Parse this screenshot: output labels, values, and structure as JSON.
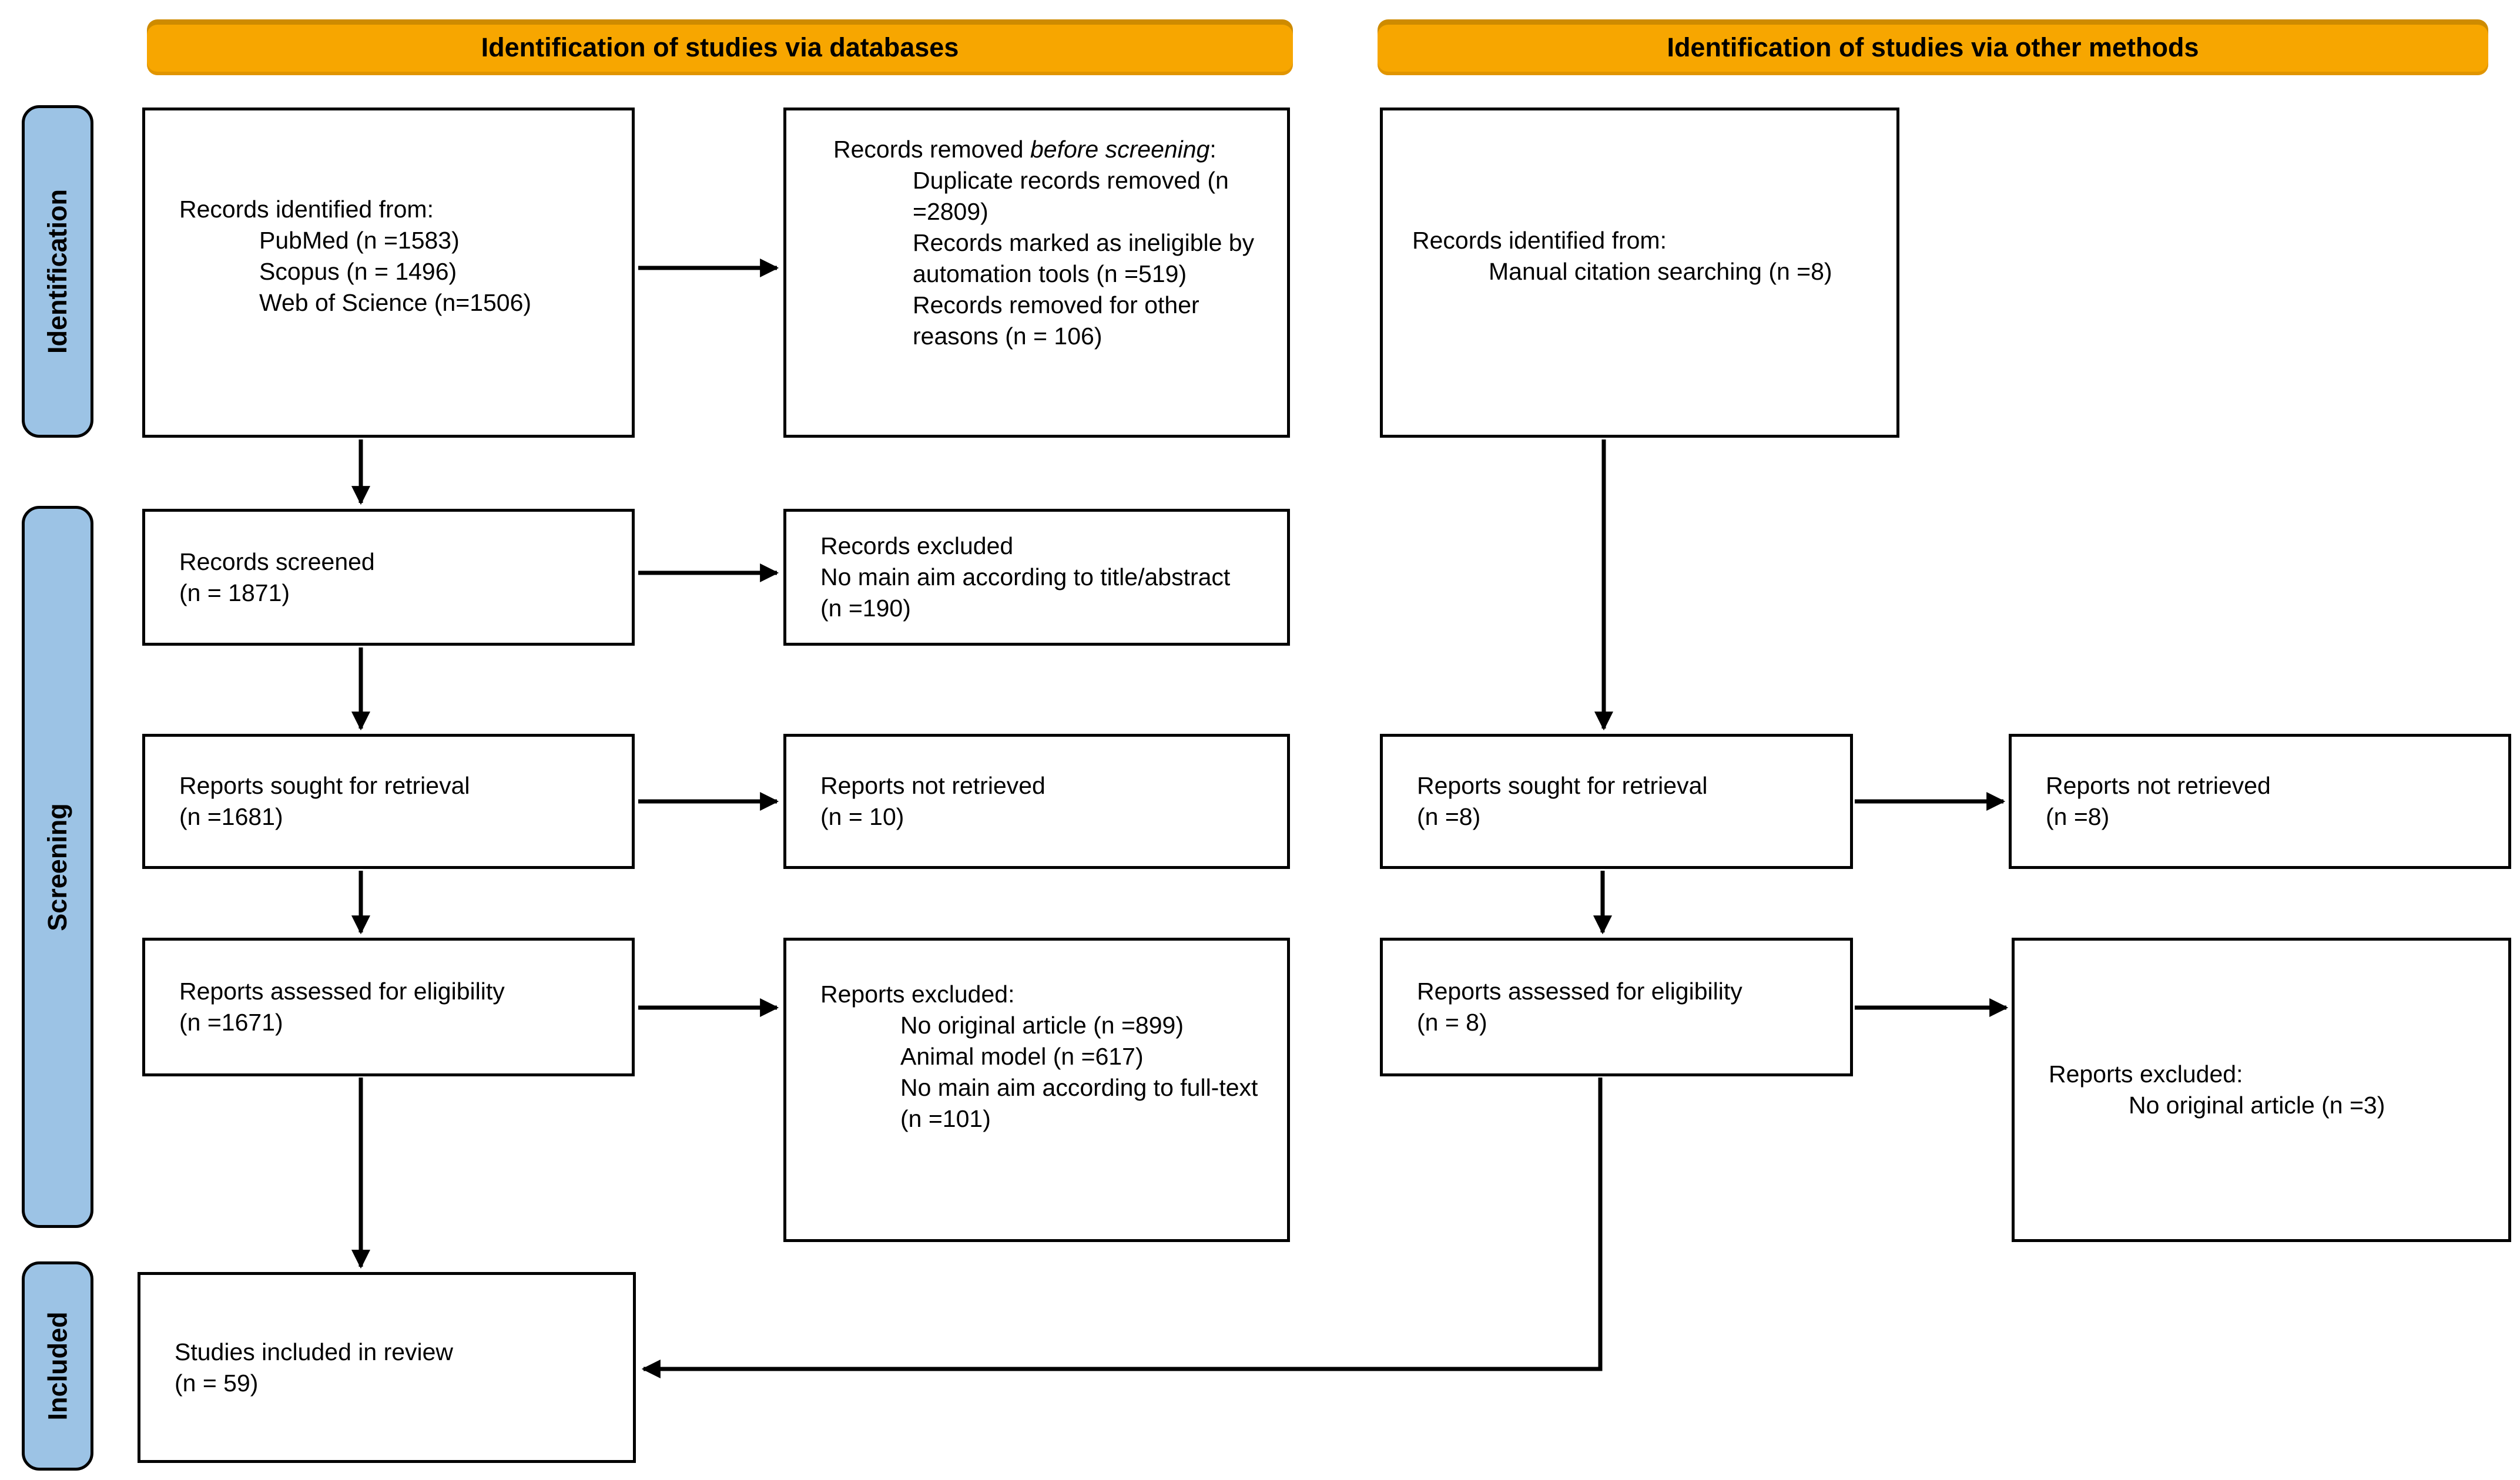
{
  "colors": {
    "header_bg": "#F7A600",
    "sidebar_bg": "#9CC3E5",
    "box_border": "#000000",
    "arrow": "#000000"
  },
  "headers": {
    "databases": "Identification of studies via databases",
    "other_methods": "Identification of studies via other methods"
  },
  "sidebar": {
    "identification": "Identification",
    "screening": "Screening",
    "included": "Included"
  },
  "boxes": {
    "records_identified_db": {
      "title": "Records identified from:",
      "items": [
        "PubMed (n =1583)",
        "Scopus (n = 1496)",
        "Web of Science (n=1506)"
      ]
    },
    "records_removed": {
      "intro": [
        "Records removed ",
        "before screening",
        ":"
      ],
      "items": [
        "Duplicate records removed (n =2809)",
        "Records marked as ineligible by automation tools (n =519)",
        "Records removed for other reasons (n = 106)"
      ]
    },
    "records_identified_other": {
      "title": "Records identified from:",
      "items": [
        "Manual citation searching (n =8)"
      ]
    },
    "records_screened": {
      "line1": "Records screened",
      "line2": "(n = 1871)"
    },
    "records_excluded": {
      "line1": "Records excluded",
      "line2": "No main aim according to title/abstract (n =190)"
    },
    "reports_sought_db": {
      "line1": "Reports sought for retrieval",
      "line2": "(n =1681)"
    },
    "reports_not_retrieved_db": {
      "line1": "Reports not retrieved",
      "line2": "(n = 10)"
    },
    "reports_sought_other": {
      "line1": "Reports sought for retrieval",
      "line2": "(n =8)"
    },
    "reports_not_retrieved_other": {
      "line1": "Reports not retrieved",
      "line2": "(n =8)"
    },
    "reports_assessed_db": {
      "line1": "Reports assessed for eligibility",
      "line2": "(n =1671)"
    },
    "reports_excluded_db": {
      "title": "Reports excluded:",
      "items": [
        "No original article (n =899)",
        "Animal model (n =617)",
        "No main aim according to full-text (n =101)"
      ]
    },
    "reports_assessed_other": {
      "line1": "Reports assessed for eligibility",
      "line2": "(n = 8)"
    },
    "reports_excluded_other": {
      "title": "Reports excluded:",
      "items": [
        "No original article (n =3)"
      ]
    },
    "studies_included": {
      "line1": "Studies included in review",
      "line2": "(n = 59)"
    }
  }
}
